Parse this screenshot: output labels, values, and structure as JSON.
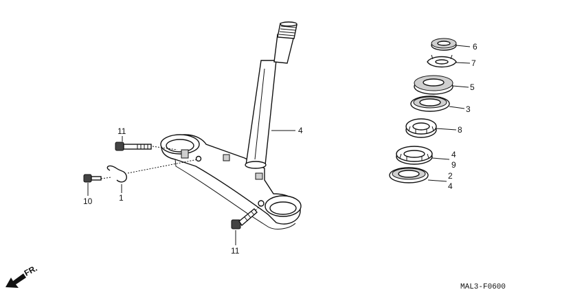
{
  "labels": {
    "shaft": "4",
    "bolt_upper": "11",
    "bolt_lower": "11",
    "clip": "1",
    "small_bolt": "10",
    "locknut": "6",
    "lock_washer": "7",
    "adjust_nut": "5",
    "dust_seal": "3",
    "upper_bearing": "8",
    "lower_bearing_a": "4",
    "lower_bearing_b": "9",
    "lower_race_a": "2",
    "lower_race_b": "4"
  },
  "direction": "FR.",
  "diagram_code": "MAL3-F0600"
}
